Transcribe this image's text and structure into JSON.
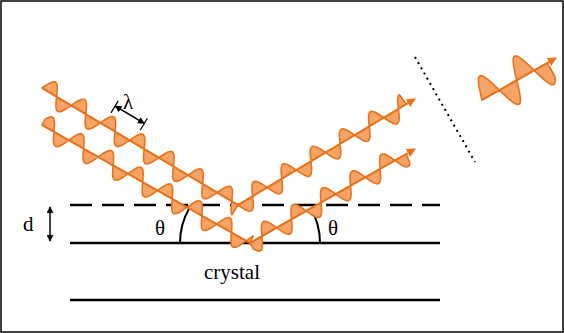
{
  "diagram": {
    "labels": [
      "λ",
      "d",
      "θ",
      "θ",
      "crystal"
    ]
  }
}
